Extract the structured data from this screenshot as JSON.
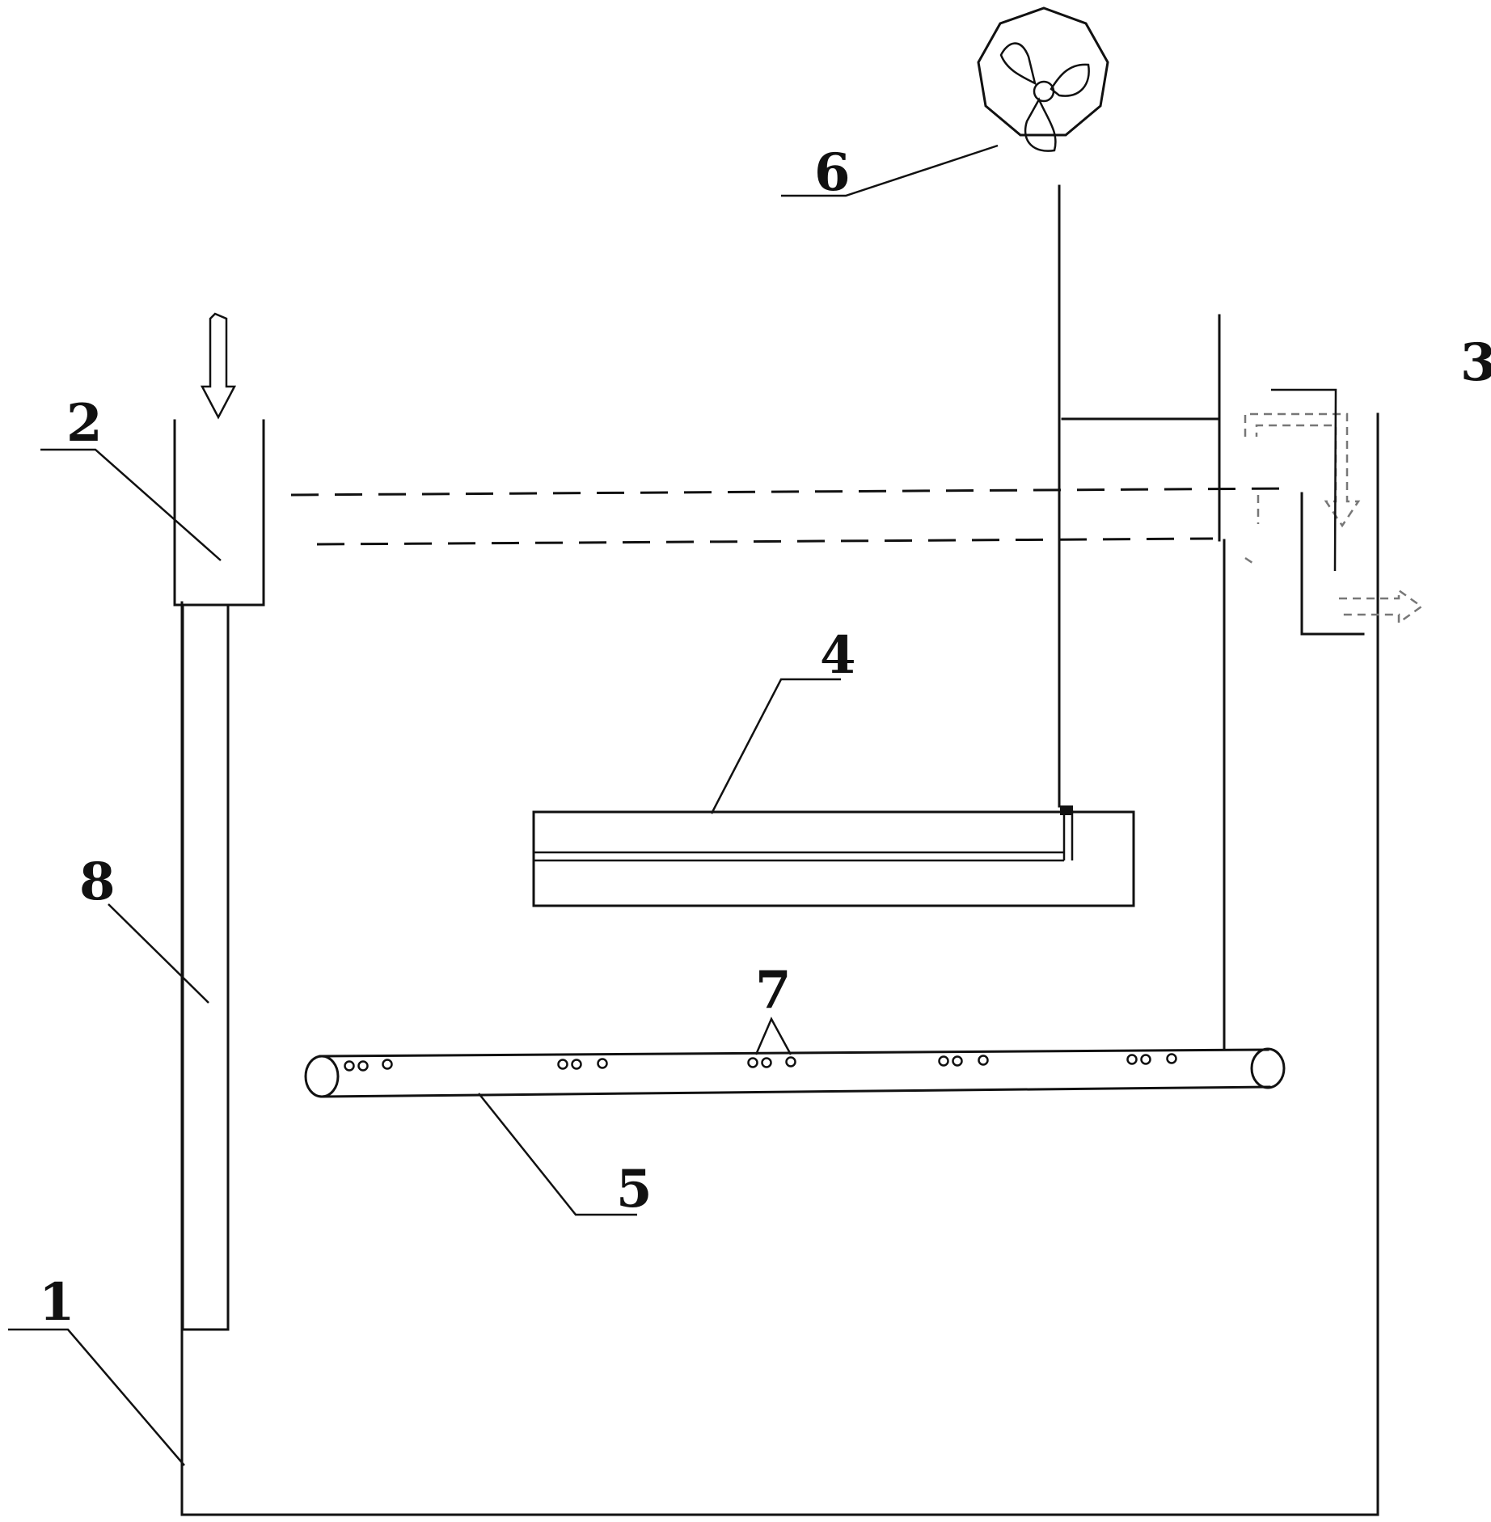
{
  "labels": {
    "tank": "1",
    "inlet_box": "2",
    "outlet_box": "3",
    "plate_assembly": "4",
    "aeration_pipe": "5",
    "fan": "6",
    "aeration_holes": "7",
    "inlet_pipe": "8"
  },
  "colors": {
    "line": "#111111",
    "ghost_line": "#777777",
    "background": "#ffffff"
  },
  "icons": {
    "inflow_arrow": "arrow-down-icon",
    "overflow_arrow": "arrow-bend-down-icon",
    "outflow_arrow": "arrow-right-icon",
    "fan": "fan-icon"
  }
}
